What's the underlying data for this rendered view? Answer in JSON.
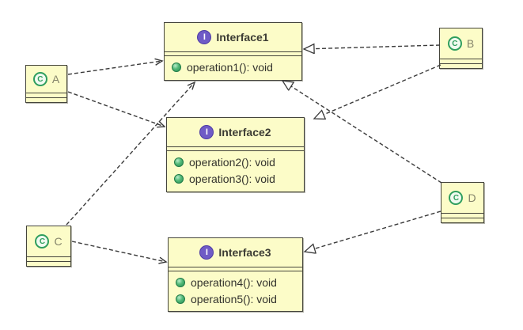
{
  "diagram": {
    "type": "uml-class-diagram",
    "icons": {
      "interface_glyph": "I",
      "class_glyph": "C"
    },
    "interfaces": [
      {
        "name": "Interface1",
        "operations": [
          "operation1(): void"
        ]
      },
      {
        "name": "Interface2",
        "operations": [
          "operation2(): void",
          "operation3(): void"
        ]
      },
      {
        "name": "Interface3",
        "operations": [
          "operation4(): void",
          "operation5(): void"
        ]
      }
    ],
    "classes": [
      {
        "name": "A"
      },
      {
        "name": "B"
      },
      {
        "name": "C"
      },
      {
        "name": "D"
      }
    ],
    "relations": [
      {
        "from": "A",
        "to": "Interface1",
        "type": "dependency"
      },
      {
        "from": "A",
        "to": "Interface2",
        "type": "dependency"
      },
      {
        "from": "C",
        "to": "Interface1",
        "type": "dependency"
      },
      {
        "from": "C",
        "to": "Interface3",
        "type": "dependency"
      },
      {
        "from": "B",
        "to": "Interface1",
        "type": "realization"
      },
      {
        "from": "B",
        "to": "Interface2",
        "type": "realization"
      },
      {
        "from": "D",
        "to": "Interface1",
        "type": "realization"
      },
      {
        "from": "D",
        "to": "Interface3",
        "type": "realization"
      }
    ],
    "colors": {
      "node_fill": "#fcfcc8",
      "node_border": "#45453c",
      "interface_icon_bg": "#6f5bc6",
      "class_icon_green": "#2f9e5e",
      "method_icon_green": "#2a9156",
      "edge": "#3a3a3a",
      "class_letter": "#84846a"
    }
  }
}
